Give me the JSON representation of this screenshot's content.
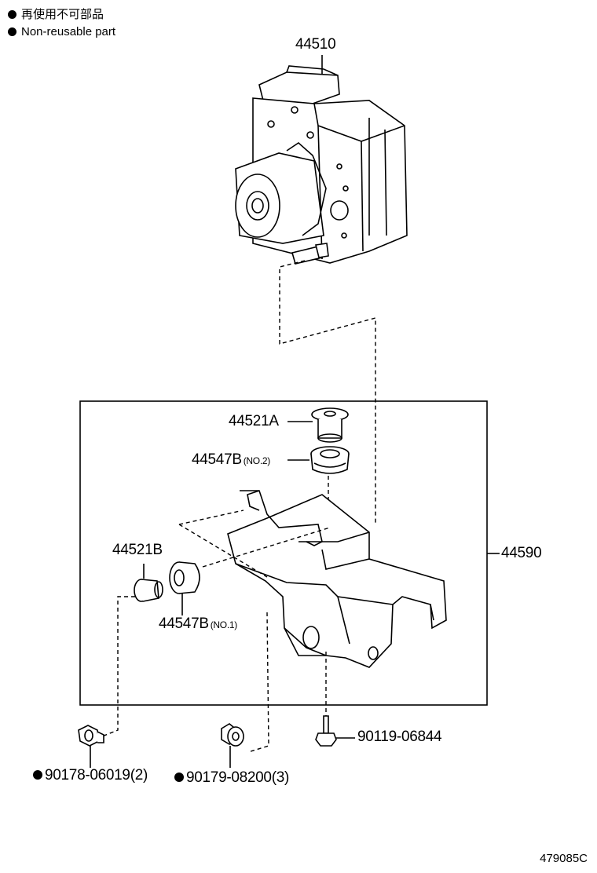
{
  "legend": {
    "line_jp": "再使用不可部品",
    "line_en": "Non-reusable part"
  },
  "parts": {
    "p44510": "44510",
    "p44590": "44590",
    "p44521A": "44521A",
    "p44547B2": "44547B",
    "p44547B2_sub": "(NO.2)",
    "p44521B": "44521B",
    "p44547B1": "44547B",
    "p44547B1_sub": "(NO.1)",
    "p9011906844": "90119-06844",
    "p9017806019": "90178-06019(2)",
    "p9017908200": "90179-08200(3)"
  },
  "diagram_code": "479085C",
  "icons": [
    "bullet-icon"
  ]
}
